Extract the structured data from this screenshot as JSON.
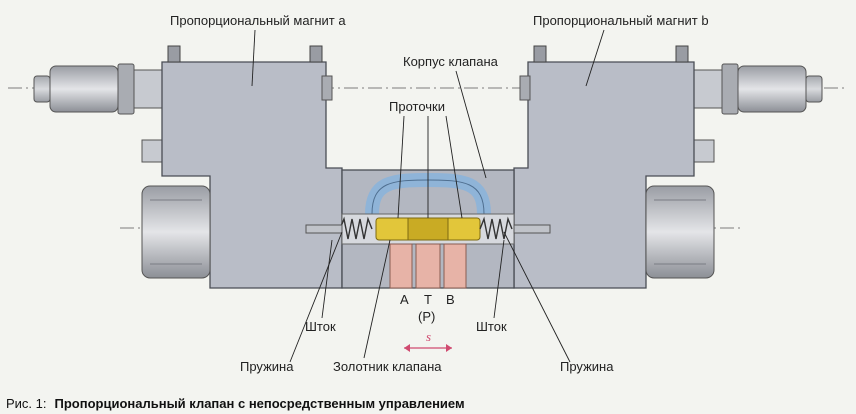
{
  "labels": {
    "magnet_a": "Пропорциональный магнит a",
    "magnet_b": "Пропорциональный магнит b",
    "body": "Корпус клапана",
    "grooves": "Проточки",
    "port_a": "A",
    "port_t": "T",
    "port_b": "B",
    "port_p": "(P)",
    "stem_left": "Шток",
    "stem_right": "Шток",
    "spring_left": "Пружина",
    "spring_right": "Пружина",
    "spool": "Золотник клапана",
    "stroke": "s"
  },
  "caption": {
    "number": "Рис. 1:",
    "text": "Пропорциональный клапан с непосредственным управлением"
  },
  "colors": {
    "housing": "#b9bdc7",
    "housing_stroke": "#4a4d55",
    "spool": "#e2c63a",
    "channel": "#8fb4d8",
    "ports": "#e7b3a7",
    "accent": "#d04a70"
  }
}
